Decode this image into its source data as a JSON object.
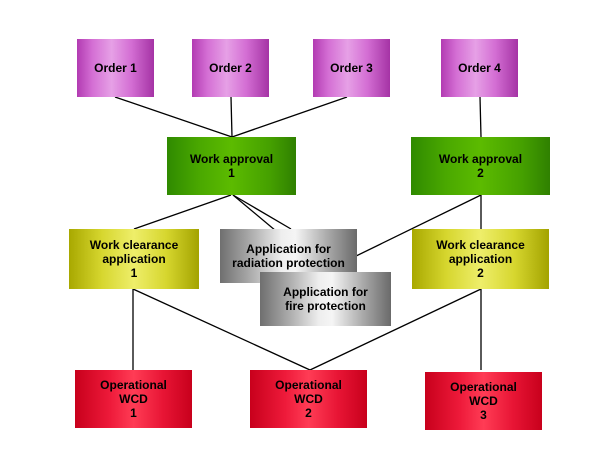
{
  "orders": [
    "Order 1",
    "Order 2",
    "Order 3",
    "Order 4"
  ],
  "approvals": [
    "Work approval\n1",
    "Work approval\n2"
  ],
  "clearances": [
    "Work clearance\napplication\n1",
    "Work clearance\napplication\n2"
  ],
  "applications": {
    "radiation": "Application for\nradiation protection",
    "fire": "Application for\nfire protection"
  },
  "wcds": [
    "Operational\nWCD\n1",
    "Operational\nWCD\n2",
    "Operational\nWCD\n3"
  ],
  "colors": {
    "order": "#d46fd4",
    "approval": "#4aa800",
    "clearance": "#e0e040",
    "application": "#a5a5a5",
    "wcd": "#ee1a3a",
    "connector": "#000000"
  }
}
